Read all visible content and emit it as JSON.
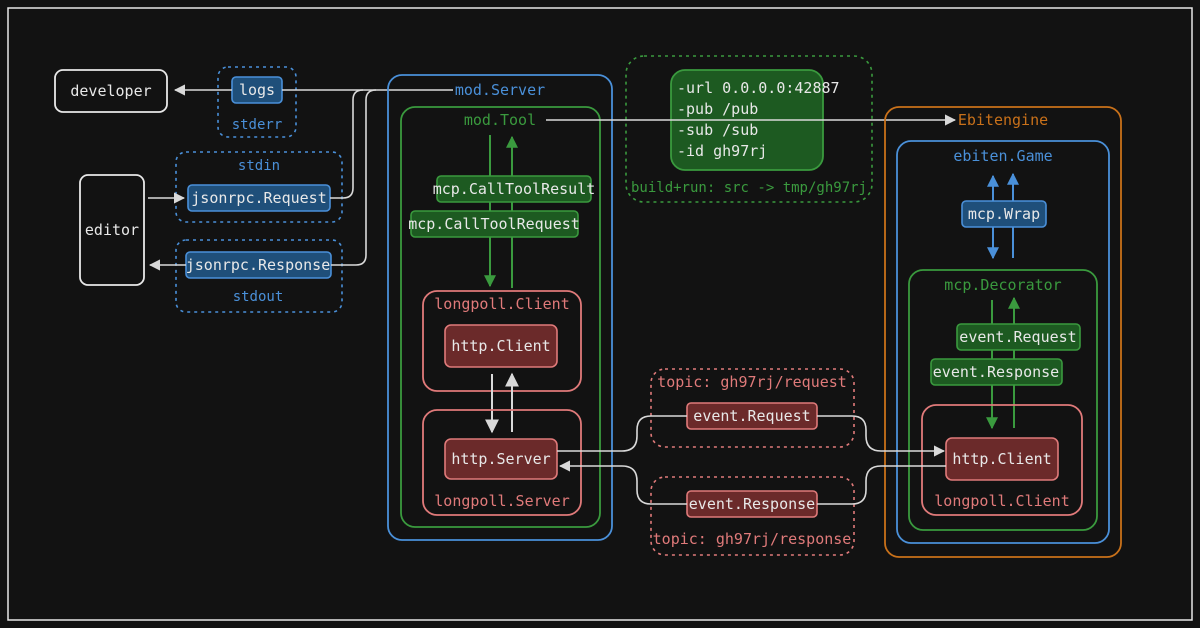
{
  "colors": {
    "background": "#121212",
    "frame": "#e8e8e8",
    "blue": "#4a90d9",
    "blue_fill": "#1f4f7a",
    "green": "#3a9a3e",
    "green_fill": "#1d5a21",
    "red": "#e07a7a",
    "red_fill": "#6b2a2a",
    "orange": "#c9711a",
    "arrow": "#d9d9d9"
  },
  "developer": "developer",
  "editor": "editor",
  "stderr": {
    "box": "logs",
    "caption": "stderr"
  },
  "stdin": {
    "caption": "stdin",
    "box": "jsonrpc.Request"
  },
  "stdout": {
    "box": "jsonrpc.Response",
    "caption": "stdout"
  },
  "mod_server": {
    "title": "mod.Server",
    "mod_tool": {
      "title": "mod.Tool",
      "result_label": "mcp.CallToolResult",
      "request_label": "mcp.CallToolRequest",
      "longpoll_client": {
        "title": "longpoll.Client",
        "box": "http.Client"
      },
      "longpoll_server": {
        "box": "http.Server",
        "title": "longpoll.Server"
      }
    }
  },
  "build": {
    "lines": [
      "-url 0.0.0.0:42887",
      "-pub /pub",
      "-sub /sub",
      "-id gh97rj"
    ],
    "caption": "build+run: src -> tmp/gh97rj"
  },
  "ebitengine": {
    "title": "Ebitengine",
    "game": {
      "title": "ebiten.Game",
      "wrap": "mcp.Wrap",
      "decorator": {
        "title": "mcp.Decorator",
        "request_label": "event.Request",
        "response_label": "event.Response",
        "longpoll_client": {
          "box": "http.Client",
          "title": "longpoll.Client"
        }
      }
    }
  },
  "topics": {
    "request": {
      "title": "topic: gh97rj/request",
      "box": "event.Request"
    },
    "response": {
      "box": "event.Response",
      "title": "topic: gh97rj/response"
    }
  }
}
